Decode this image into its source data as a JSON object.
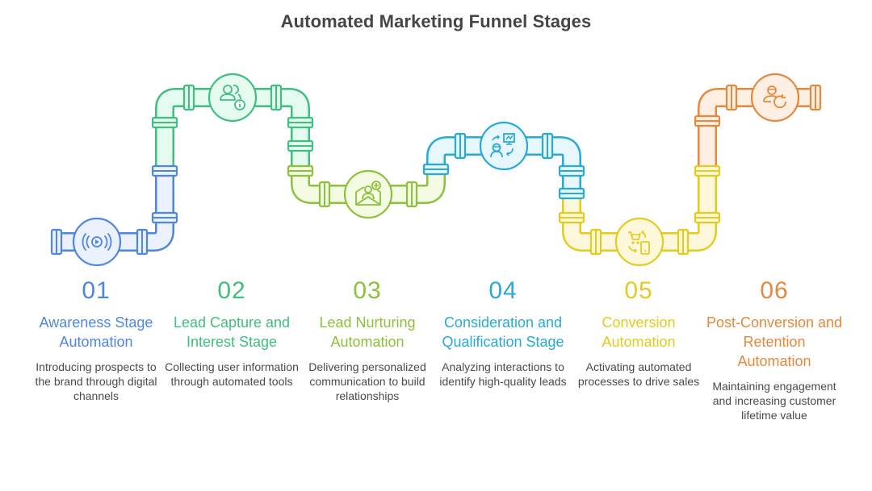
{
  "title": "Automated Marketing Funnel Stages",
  "stages": [
    {
      "number": "01",
      "name": "Awareness Stage Automation",
      "description": "Introducing prospects to the brand through digital channels",
      "icon": "broadcast-play-icon",
      "color": "#4f86e0",
      "fill": "#ebf2fd"
    },
    {
      "number": "02",
      "name": "Lead Capture and Interest Stage",
      "description": "Collecting user information through automated tools",
      "icon": "users-info-icon",
      "color": "#3fbf7f",
      "fill": "#e5fbf0"
    },
    {
      "number": "03",
      "name": "Lead Nurturing Automation",
      "description": "Delivering personalized communication to build relationships",
      "icon": "envelope-user-add-icon",
      "color": "#8dc03b",
      "fill": "#f3fbe3"
    },
    {
      "number": "04",
      "name": "Consideration and Qualification Stage",
      "description": "Analyzing interactions to identify high-quality leads",
      "icon": "user-analytics-icon",
      "color": "#29a9d8",
      "fill": "#e6f7fd"
    },
    {
      "number": "05",
      "name": "Conversion Automation",
      "description": "Activating automated processes to drive sales",
      "icon": "cart-mobile-exchange-icon",
      "color": "#e3cc1e",
      "fill": "#fdf8dc"
    },
    {
      "number": "06",
      "name": "Post-Conversion and Retention Automation",
      "description": "Maintaining engagement and increasing customer lifetime value",
      "icon": "user-refresh-icon",
      "color": "#e5893a",
      "fill": "#fdefe3"
    }
  ]
}
